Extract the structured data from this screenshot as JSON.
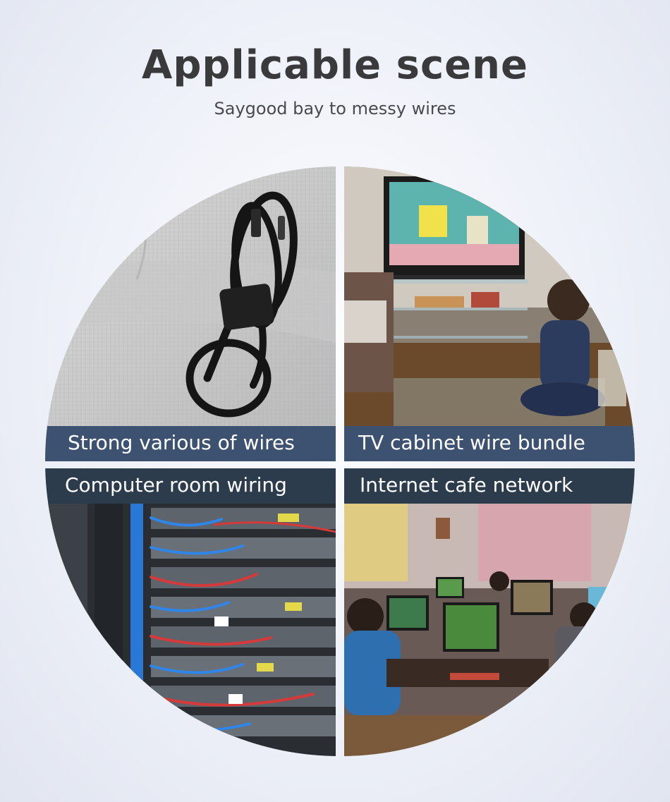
{
  "header": {
    "title": "Applicable scene",
    "subtitle": "Saygood bay to messy wires"
  },
  "scenes": [
    {
      "label": "Strong various of wires",
      "icon": "coiled-cable-photo"
    },
    {
      "label": "TV cabinet wire bundle",
      "icon": "living-room-tv-photo"
    },
    {
      "label": "Computer room wiring",
      "icon": "server-rack-photo"
    },
    {
      "label": "Internet cafe network",
      "icon": "internet-cafe-photo"
    }
  ],
  "colors": {
    "label_bar_top": "#3d5170",
    "label_bar_bottom": "#2c3c4c",
    "title": "#3a3a3d"
  }
}
